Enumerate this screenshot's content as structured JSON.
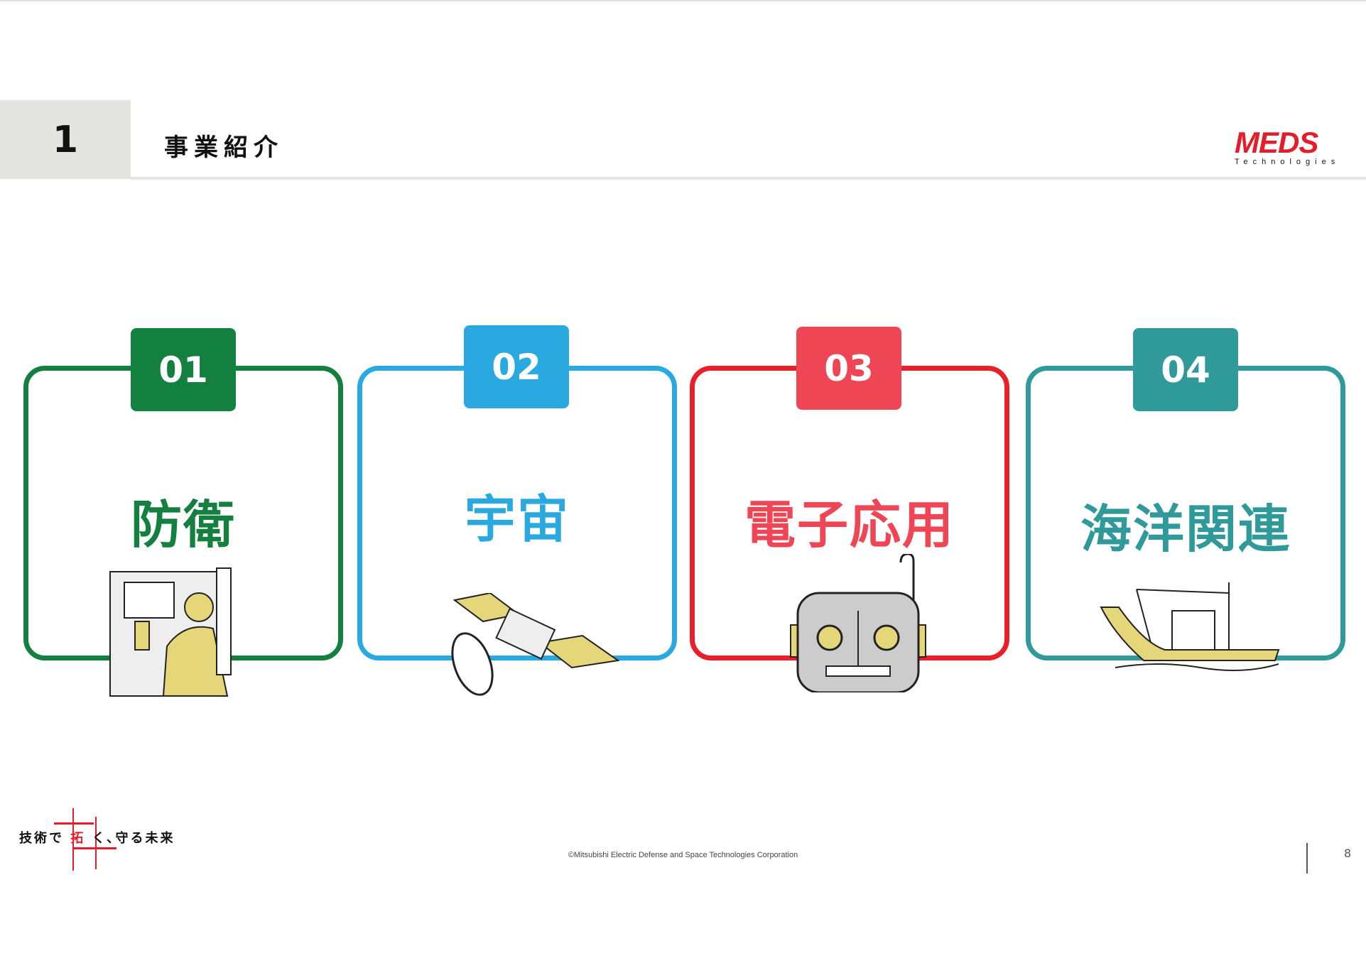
{
  "header": {
    "section_number": "1",
    "title": "事業紹介",
    "logo_main": "MEDS",
    "logo_sub": "Technologies"
  },
  "colors": {
    "defense": "#13803f",
    "space": "#2aa9e1",
    "electronics": "#e8202a",
    "electronics_tab": "#ef4655",
    "marine": "#2f9a99"
  },
  "cards": [
    {
      "number": "01",
      "title": "防衛",
      "icon": "engineer-at-control-panel-icon"
    },
    {
      "number": "02",
      "title": "宇宙",
      "icon": "satellite-icon"
    },
    {
      "number": "03",
      "title": "電子応用",
      "icon": "robot-icon"
    },
    {
      "number": "04",
      "title": "海洋関連",
      "icon": "ship-icon"
    }
  ],
  "footer": {
    "tagline_pre": "技術で",
    "tagline_hl": "拓",
    "tagline_post": "く､守る未来",
    "copyright": "©Mitsubishi Electric Defense and Space Technologies Corporation",
    "page": "8"
  }
}
